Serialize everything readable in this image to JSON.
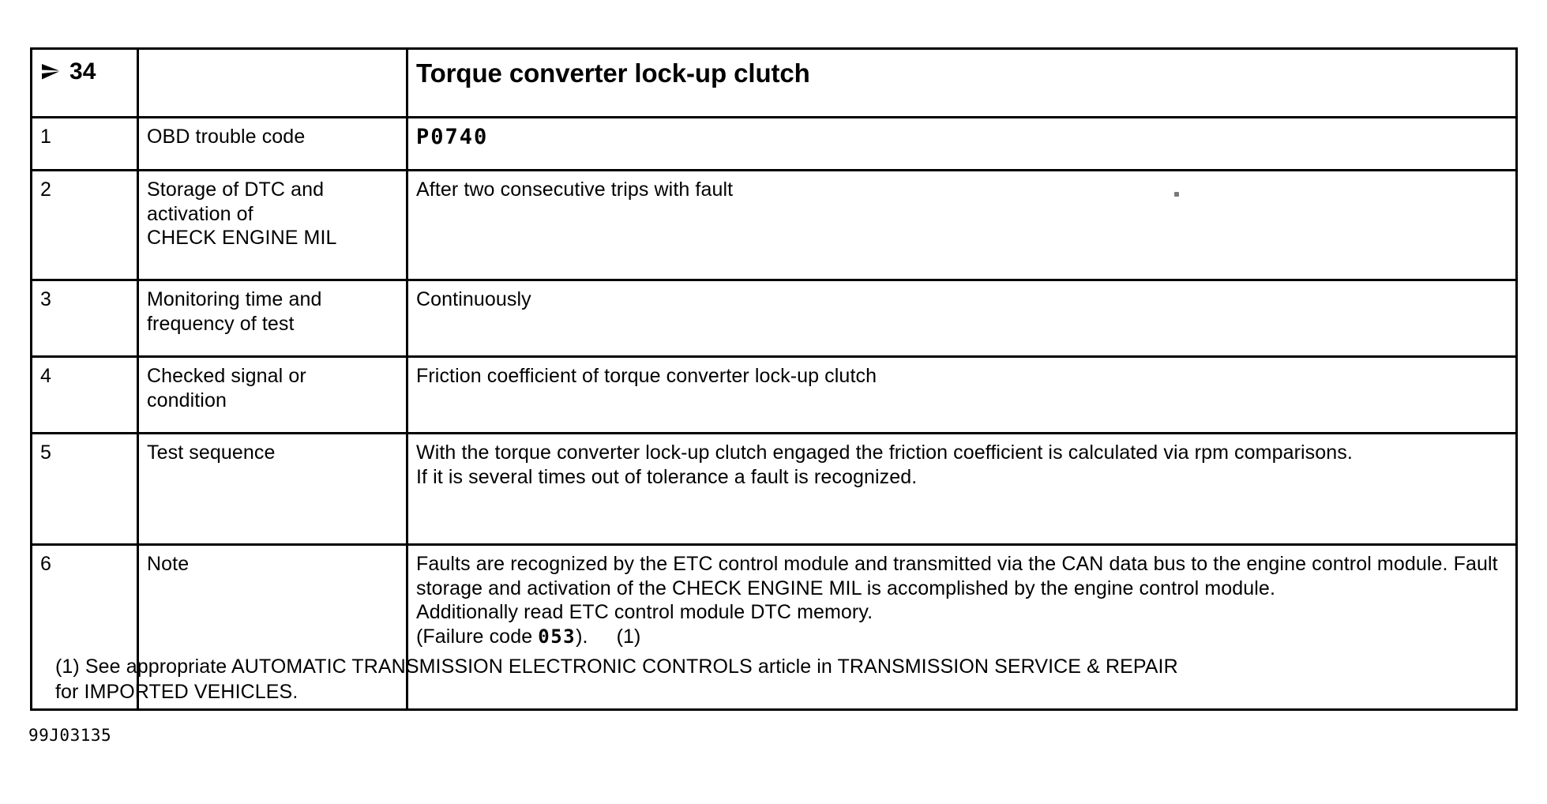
{
  "document": {
    "id_code": "99J03135"
  },
  "table": {
    "header": {
      "badge_icon": "double-chevron-right-icon",
      "badge_number": "34",
      "empty_label": "",
      "title": "Torque converter lock-up clutch"
    },
    "columns": [
      "index",
      "label",
      "value"
    ],
    "rows": [
      {
        "index": "1",
        "label": "OBD trouble code",
        "value": "P0740",
        "value_style": "lcd"
      },
      {
        "index": "2",
        "label": "Storage of DTC and\nactivation of\nCHECK ENGINE MIL",
        "value": "After two consecutive trips with fault",
        "value_style": "normal"
      },
      {
        "index": "3",
        "label": "Monitoring time and\nfrequency of test",
        "value": "Continuously",
        "value_style": "normal"
      },
      {
        "index": "4",
        "label": "Checked signal or\ncondition",
        "value": "Friction coefficient of torque converter lock-up clutch",
        "value_style": "normal"
      },
      {
        "index": "5",
        "label": "Test sequence",
        "value": "With the torque converter lock-up clutch engaged the friction coefficient is calculated via rpm comparisons.\nIf it is several times out of tolerance a fault is recognized.",
        "value_style": "normal"
      },
      {
        "index": "6",
        "label": "Note",
        "value_part1": "Faults are recognized by the ETC control module and transmitted via the CAN data bus to the engine control module. Fault storage and activation of the CHECK ENGINE MIL is accomplished by the engine control module.\nAdditionally read ETC control module DTC memory.\n(Failure code ",
        "value_failure_code": "053",
        "value_part2": ").",
        "value_ref": "(1)",
        "value_style": "mixed"
      }
    ]
  },
  "footnote": {
    "text": "(1) See appropriate AUTOMATIC TRANSMISSION ELECTRONIC CONTROLS article in TRANSMISSION SERVICE & REPAIR\n     for IMPORTED VEHICLES."
  }
}
